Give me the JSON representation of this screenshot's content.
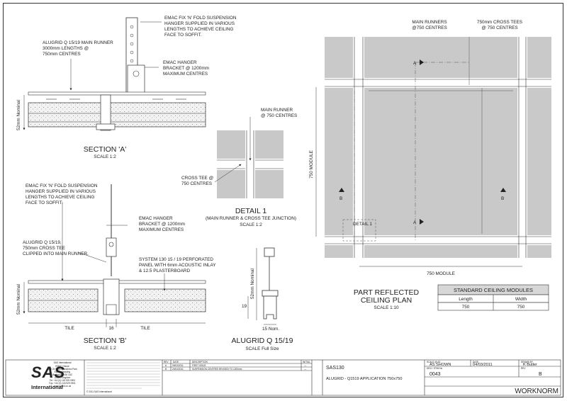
{
  "section_a": {
    "title": "SECTION 'A'",
    "scale": "SCALE 1:2",
    "dimension": "52mm Nominal",
    "notes": {
      "hanger": [
        "EMAC FIX 'N' FOLD SUSPENSION",
        "HANGER SUPPLIED IN VARIOUS",
        "LENGTHS TO ACHIEVE CEILING",
        "FACE TO SOFFIT."
      ],
      "runner": [
        "ALUGRID Q 15/19  MAIN RUNNER",
        "3000mm LENGTHS @",
        "750mm CENTRES"
      ],
      "bracket": [
        "EMAC HANGER",
        "BRACKET @ 1200mm",
        "MAXIMUM CENTRES"
      ]
    }
  },
  "section_b": {
    "title": "SECTION 'B'",
    "scale": "SCALE 1:2",
    "dimension": "52mm Nominal",
    "dims": [
      "TILE",
      "16",
      "TILE"
    ],
    "notes": {
      "hanger": [
        "EMAC FIX 'N' FOLD SUSPENSION",
        "HANGER SUPPLIED IN VARIOUS",
        "LENGTHS TO ACHIEVE CEILING",
        "FACE TO SOFFIT."
      ],
      "bracket": [
        "EMAC HANGER",
        "BRACKET @ 1200mm",
        "MAXIMUM CENTRES"
      ],
      "tee": [
        "ALUGRID Q 15/19,",
        "750mm CROSS TEE",
        "CLIPPED INTO MAIN RUNNER."
      ],
      "panel": [
        "SYSTEM 130 15 / 19 PERFORATED",
        "PANEL WITH 6mm ACOUSTIC INLAY",
        "& 12.5 PLASTERBOARD"
      ]
    }
  },
  "detail_1": {
    "title": "DETAIL 1",
    "subtitle": "(MAIN RUNNER & CROSS TEE JUNCTION)",
    "scale": "SCALE 1:2",
    "main_runner": [
      "MAIN RUNNER",
      "@ 750 CENTRES"
    ],
    "cross_tee": [
      "CROSS TEE @",
      "750 CENTRES"
    ]
  },
  "profile": {
    "title": "ALUGRID Q 15/19",
    "scale": "SCALE Full Size",
    "dim_height": "52mm Nominal",
    "dim_19": "19",
    "dim_15": "15 Nom."
  },
  "plan": {
    "title": [
      "PART REFLECTED",
      "CEILING PLAN"
    ],
    "scale": "SCALE 1:10",
    "main_runners": [
      "MAIN RUNNERS",
      "@750 CENTRES"
    ],
    "cross_tees": [
      "750mm CROSS TEES",
      "@ 750 CENTRES"
    ],
    "module_v": "750 MODULE",
    "module_h": "750 MODULE",
    "markers": {
      "a": "A",
      "b": "B"
    },
    "detail_label": "DETAIL 1"
  },
  "modules_table": {
    "title": "STANDARD CEILING MODULES",
    "headers": [
      "Length",
      "Width"
    ],
    "row": [
      "750",
      "750"
    ]
  },
  "title_block": {
    "company": [
      "SAS International",
      "EMAC House",
      "Unit 2b Sutton Business Park",
      "Earley, Reading",
      "Berkshire RG6 1AZ",
      "United Kingdom",
      "Tel: +44 (0) 118 929 0900",
      "Fax: +44 (0) 118 929 0901",
      "www.sasint.co.uk"
    ],
    "logo_top": "SAS",
    "logo_bottom": "International",
    "rev_headers": [
      "REV",
      "DATE",
      "DESCRIPTION",
      "INITIAL"
    ],
    "revisions": [
      [
        "A",
        "09/03/2011",
        "FIRST ISSUE",
        "—"
      ],
      [
        "B",
        "20/04/2011",
        "SUSPENSION CENTRES REVISED TO 1200mm",
        "—"
      ]
    ],
    "drawing_title": "SAS130",
    "drawing_subtitle": "ALUGRID - Q1519 APPLICATION 750x750",
    "scale_label": "SCALE @ A3",
    "scale_value": "AS SHOWN",
    "date_label": "DATE",
    "date_value": "04/03/2011",
    "drawn_label": "DRAWN BY",
    "drawn_value": "K Butler",
    "dwg_label": "DRG / ITEM No",
    "dwg_value": "0043",
    "rev_label": "REV",
    "rev_value": "B",
    "brand": "WORKNORM",
    "copyright": "© 2011 SAS International"
  }
}
